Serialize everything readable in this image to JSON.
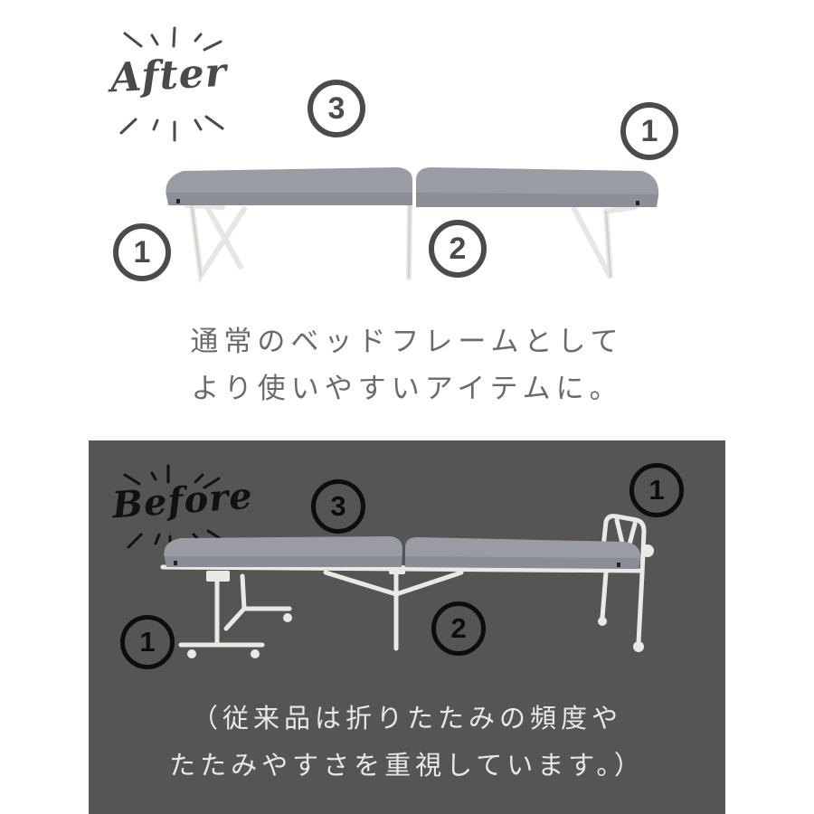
{
  "after": {
    "label": "After",
    "markers": [
      {
        "id": "3",
        "text": "3"
      },
      {
        "id": "1-right",
        "text": "1"
      },
      {
        "id": "1-left",
        "text": "1"
      },
      {
        "id": "2",
        "text": "2"
      }
    ],
    "caption_line1": "通常のベッドフレームとして",
    "caption_line2": "より使いやすいアイテムに。"
  },
  "before": {
    "label": "Before",
    "markers": [
      {
        "id": "3",
        "text": "3"
      },
      {
        "id": "1-right",
        "text": "1"
      },
      {
        "id": "1-left",
        "text": "1"
      },
      {
        "id": "2",
        "text": "2"
      }
    ],
    "caption_line1": "（従来品は折りたたみの頻度や",
    "caption_line2": "たたみやすさを重視しています。）"
  },
  "colors": {
    "background": "#ffffff",
    "dark_panel": "#555555",
    "after_ink": "#4b4b4b",
    "before_ink": "#0d0d0d",
    "mattress": "#9a9ca3",
    "frame": "#e9e9e6"
  }
}
